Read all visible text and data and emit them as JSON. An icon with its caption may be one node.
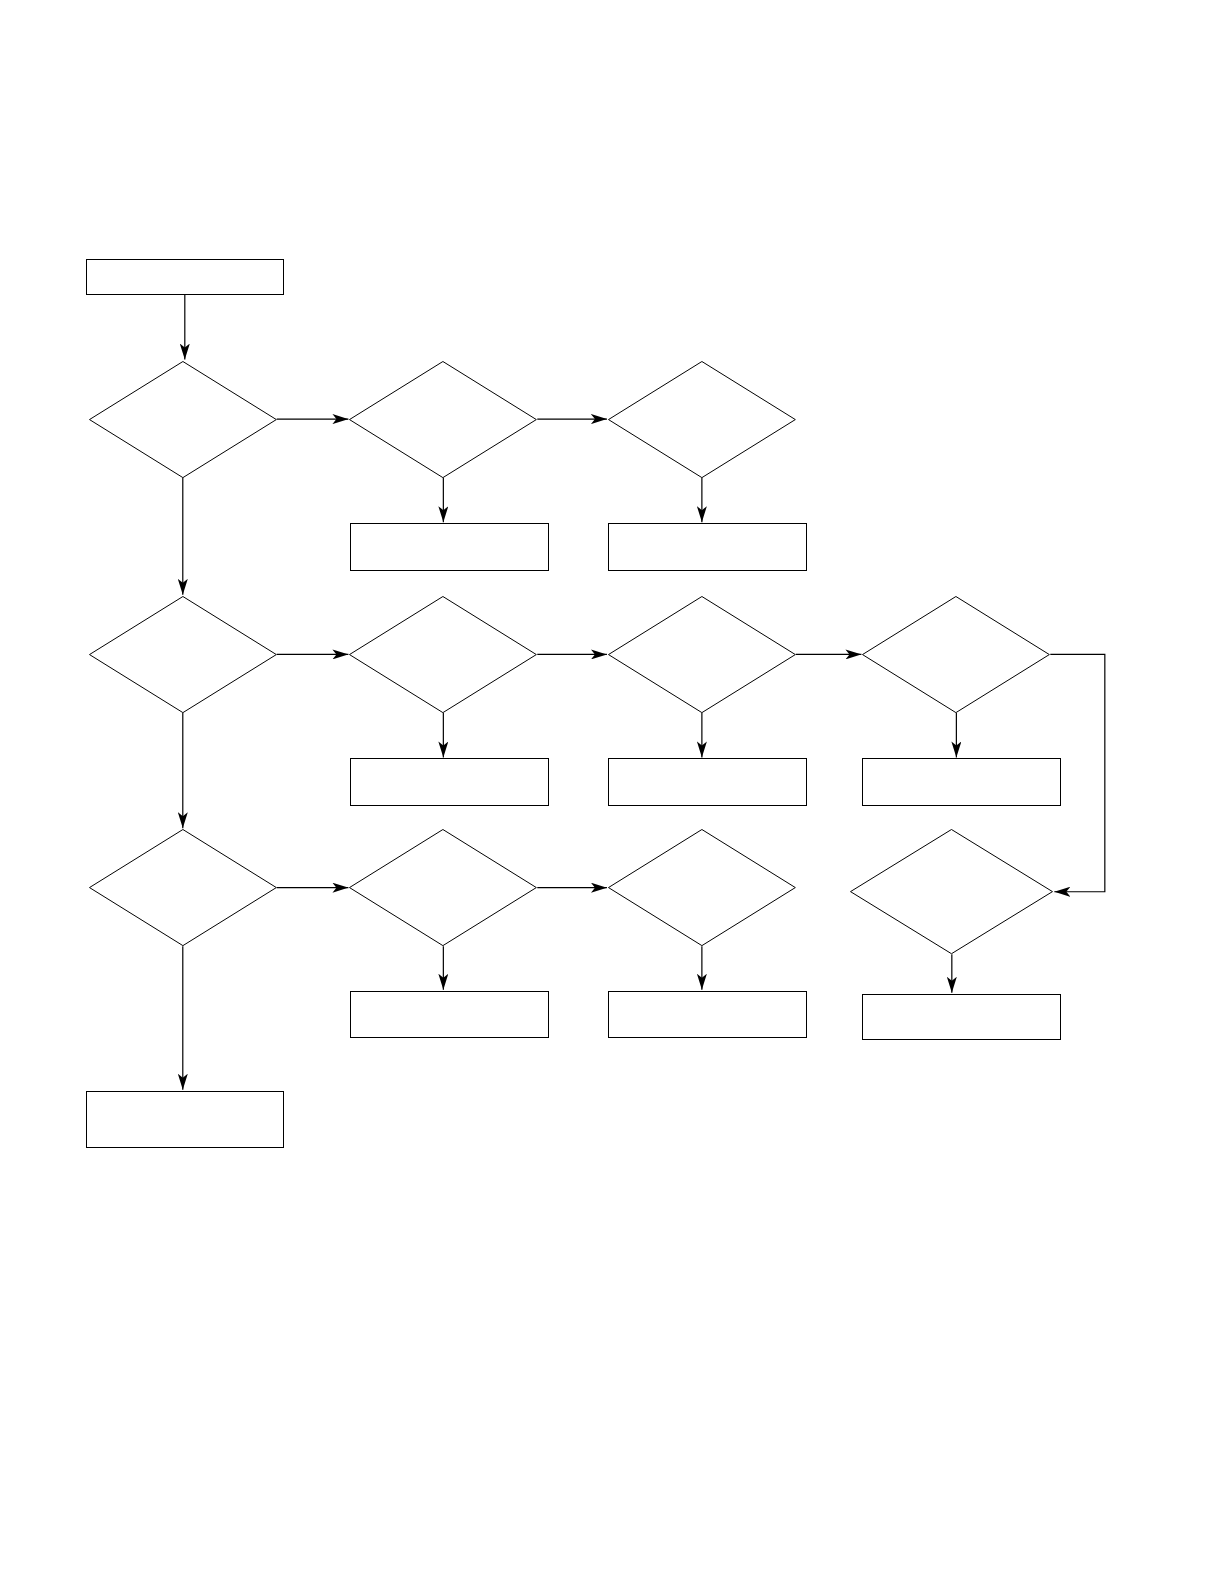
{
  "diagram": {
    "nodes": [
      {
        "text": [],
        "shape": "box"
      },
      {
        "text": [],
        "shape": "diamond"
      },
      {
        "text": [],
        "shape": "diamond"
      },
      {
        "text": [],
        "shape": "diamond"
      },
      {
        "text": [],
        "shape": "box"
      },
      {
        "text": [],
        "shape": "box"
      },
      {
        "text": [],
        "shape": "diamond"
      },
      {
        "text": [],
        "shape": "diamond"
      },
      {
        "text": [],
        "shape": "diamond"
      },
      {
        "text": [],
        "shape": "diamond"
      },
      {
        "text": [],
        "shape": "box"
      },
      {
        "text": [],
        "shape": "box"
      },
      {
        "text": [],
        "shape": "box"
      },
      {
        "text": [],
        "shape": "diamond"
      },
      {
        "text": [],
        "shape": "diamond"
      },
      {
        "text": [],
        "shape": "diamond"
      },
      {
        "text": [],
        "shape": "diamond"
      },
      {
        "text": [],
        "shape": "box"
      },
      {
        "text": [],
        "shape": "box"
      },
      {
        "text": [],
        "shape": "box"
      },
      {
        "text": [],
        "shape": "box"
      }
    ],
    "edges": [
      {
        "from": 0,
        "to": 1,
        "arrow": "to"
      },
      {
        "from": 1,
        "to": 2,
        "arrow": "to"
      },
      {
        "from": 2,
        "to": 3,
        "arrow": "to"
      },
      {
        "from": 2,
        "to": 4,
        "arrow": "to"
      },
      {
        "from": 3,
        "to": 5,
        "arrow": "to"
      },
      {
        "from": 1,
        "to": 6,
        "arrow": "to"
      },
      {
        "from": 6,
        "to": 7,
        "arrow": "to"
      },
      {
        "from": 7,
        "to": 8,
        "arrow": "to"
      },
      {
        "from": 8,
        "to": 9,
        "arrow": "to"
      },
      {
        "from": 7,
        "to": 10,
        "arrow": "to"
      },
      {
        "from": 8,
        "to": 11,
        "arrow": "to"
      },
      {
        "from": 9,
        "to": 12,
        "arrow": "to"
      },
      {
        "from": 9,
        "to": 16,
        "arrow": "to"
      },
      {
        "from": 6,
        "to": 13,
        "arrow": "to"
      },
      {
        "from": 13,
        "to": 14,
        "arrow": "to"
      },
      {
        "from": 14,
        "to": 15,
        "arrow": "to"
      },
      {
        "from": 14,
        "to": 17,
        "arrow": "to"
      },
      {
        "from": 15,
        "to": 18,
        "arrow": "to"
      },
      {
        "from": 16,
        "to": 19,
        "arrow": "to"
      },
      {
        "from": 13,
        "to": 20,
        "arrow": "to"
      }
    ]
  }
}
